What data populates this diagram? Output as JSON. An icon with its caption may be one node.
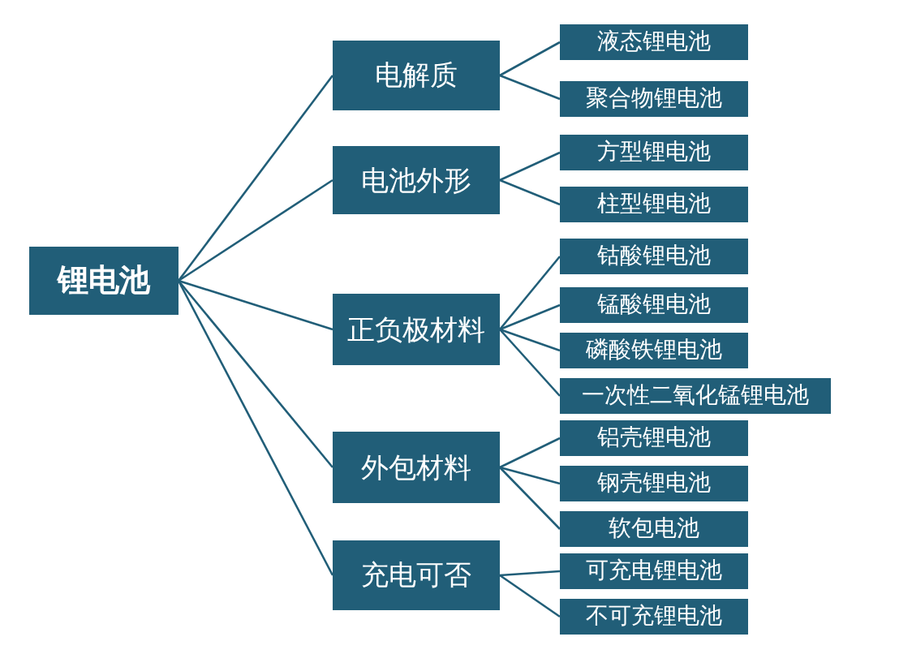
{
  "diagram": {
    "nodes": [
      {
        "text": [
          "锂电池"
        ]
      },
      {
        "text": [
          "电解质"
        ]
      },
      {
        "text": [
          "液态锂电池"
        ]
      },
      {
        "text": [
          "聚合物锂电池"
        ]
      },
      {
        "text": [
          "电池外形"
        ]
      },
      {
        "text": [
          "方型锂电池"
        ]
      },
      {
        "text": [
          "柱型锂电池"
        ]
      },
      {
        "text": [
          "正负极材料"
        ]
      },
      {
        "text": [
          "钴酸锂电池"
        ]
      },
      {
        "text": [
          "锰酸锂电池"
        ]
      },
      {
        "text": [
          "磷酸铁锂电池"
        ]
      },
      {
        "text": [
          "一次性二氧化锰锂电池"
        ]
      },
      {
        "text": [
          "外包材料"
        ]
      },
      {
        "text": [
          "铝壳锂电池"
        ]
      },
      {
        "text": [
          "钢壳锂电池"
        ]
      },
      {
        "text": [
          "软包电池"
        ]
      },
      {
        "text": [
          "充电可否"
        ]
      },
      {
        "text": [
          "可充电锂电池"
        ]
      },
      {
        "text": [
          "不可充锂电池"
        ]
      }
    ],
    "edges": [
      {
        "from": 0,
        "to": 1,
        "arrow": "none"
      },
      {
        "from": 0,
        "to": 4,
        "arrow": "none"
      },
      {
        "from": 0,
        "to": 7,
        "arrow": "none"
      },
      {
        "from": 0,
        "to": 12,
        "arrow": "none"
      },
      {
        "from": 0,
        "to": 16,
        "arrow": "none"
      },
      {
        "from": 1,
        "to": 2,
        "arrow": "none"
      },
      {
        "from": 1,
        "to": 3,
        "arrow": "none"
      },
      {
        "from": 4,
        "to": 5,
        "arrow": "none"
      },
      {
        "from": 4,
        "to": 6,
        "arrow": "none"
      },
      {
        "from": 7,
        "to": 8,
        "arrow": "none"
      },
      {
        "from": 7,
        "to": 9,
        "arrow": "none"
      },
      {
        "from": 7,
        "to": 10,
        "arrow": "none"
      },
      {
        "from": 7,
        "to": 11,
        "arrow": "none"
      },
      {
        "from": 12,
        "to": 13,
        "arrow": "none"
      },
      {
        "from": 12,
        "to": 14,
        "arrow": "none"
      },
      {
        "from": 12,
        "to": 15,
        "arrow": "none"
      },
      {
        "from": 16,
        "to": 17,
        "arrow": "none"
      },
      {
        "from": 16,
        "to": 18,
        "arrow": "none"
      }
    ]
  }
}
